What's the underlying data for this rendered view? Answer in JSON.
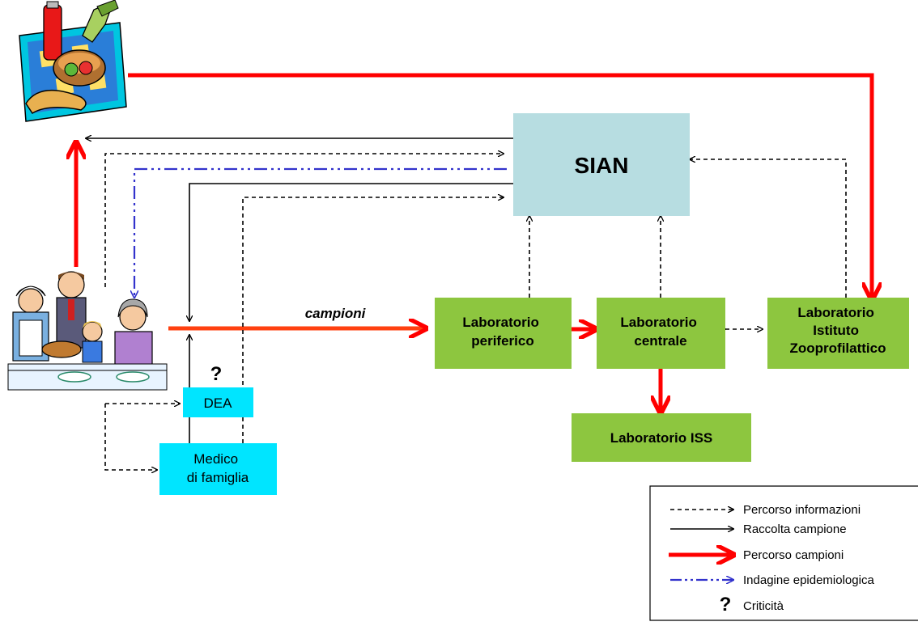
{
  "nodes": {
    "sian": "SIAN",
    "lab_periferico": [
      "Laboratorio",
      "periferico"
    ],
    "lab_centrale": [
      "Laboratorio",
      "centrale"
    ],
    "lab_izs": [
      "Laboratorio",
      "Istituto",
      "Zooprofilattico"
    ],
    "lab_iss": "Laboratorio ISS",
    "dea": "DEA",
    "medico": [
      "Medico",
      "di famiglia"
    ]
  },
  "edge_labels": {
    "campioni": "campioni"
  },
  "markers": {
    "criticita_symbol": "?"
  },
  "illustrations": {
    "food": "food-basket-icon",
    "family": "family-dinner-icon"
  },
  "legend": {
    "items": [
      {
        "style": "dashed",
        "label": "Percorso informazioni"
      },
      {
        "style": "solid-thin",
        "label": "Raccolta campione"
      },
      {
        "style": "thick-red",
        "label": "Percorso campioni"
      },
      {
        "style": "dash-dot-blue",
        "label": "Indagine epidemiologica"
      },
      {
        "style": "question",
        "symbol": "?",
        "label": "Criticità"
      }
    ]
  },
  "colors": {
    "sian_fill": "#b7dde1",
    "lab_fill": "#8dc63f",
    "cyan_fill": "#00e5ff",
    "sample_red": "#ff0000",
    "epi_blue": "#3333cc"
  }
}
